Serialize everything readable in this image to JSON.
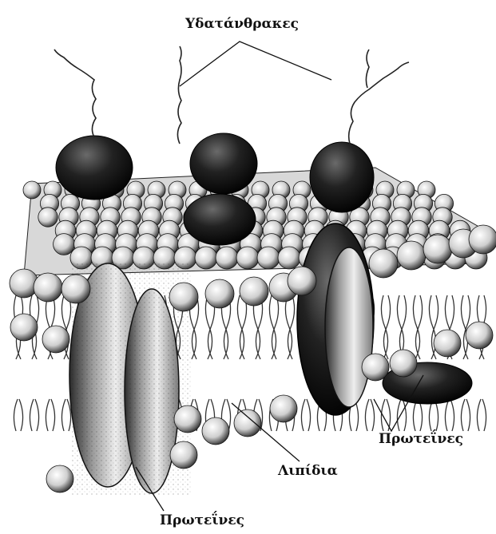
{
  "labels": {
    "carbohydrates": "Υδατάνθρακες",
    "proteins_right": "Πρωτεΐνες",
    "lipids": "Λιπίδια",
    "proteins_bottom": "Πρωτεΐνες"
  },
  "colors": {
    "ink": "#111111",
    "paper": "#ffffff",
    "protein_dark": "#1a1a1a",
    "protein_light": "#e8e8e8"
  }
}
